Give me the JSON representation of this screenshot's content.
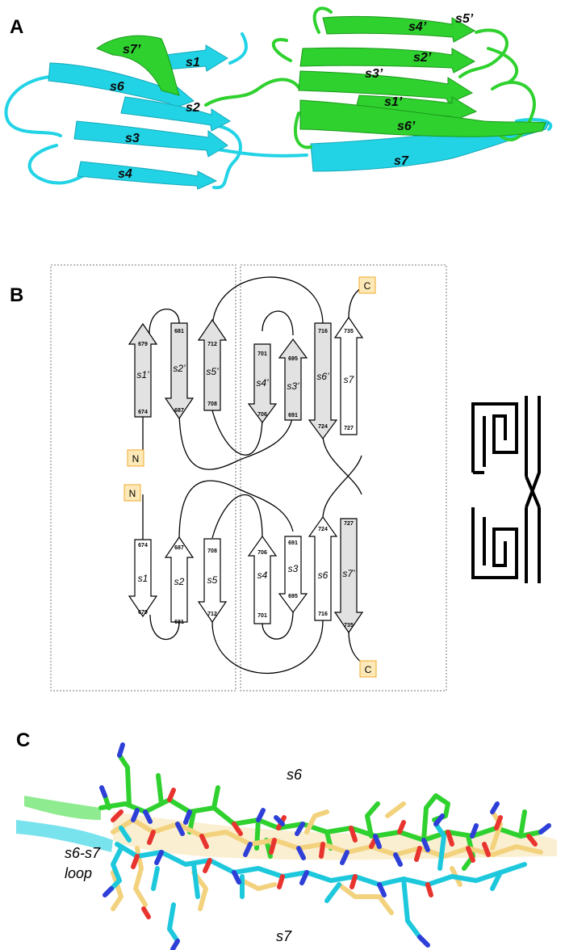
{
  "panels": {
    "a": "A",
    "b": "B",
    "c": "C"
  },
  "panel_a": {
    "cyan_labels": [
      "s1",
      "s6",
      "s2",
      "s3",
      "s4",
      "s7"
    ],
    "green_labels": [
      "s7’",
      "s4’",
      "s5’",
      "s2’",
      "s3’",
      "s1’",
      "s6’"
    ],
    "colors": {
      "cyan": "#22d3e6",
      "green": "#2fd12f"
    }
  },
  "panel_b": {
    "top": {
      "strands": [
        {
          "label": "s1’",
          "n1": "679",
          "n2": "674"
        },
        {
          "label": "s2’",
          "n1": "681",
          "n2": "687"
        },
        {
          "label": "s5’",
          "n1": "712",
          "n2": "708"
        },
        {
          "label": "s4’",
          "n1": "701",
          "n2": "706"
        },
        {
          "label": "s3’",
          "n1": "695",
          "n2": "691"
        },
        {
          "label": "s6’",
          "n1": "716",
          "n2": "724"
        },
        {
          "label": "s7",
          "n1": "735",
          "n2": "727"
        }
      ],
      "n_terminus": "N",
      "c_terminus": "C"
    },
    "bottom": {
      "strands": [
        {
          "label": "s1",
          "n1": "674",
          "n2": "679"
        },
        {
          "label": "s2",
          "n1": "687",
          "n2": "681"
        },
        {
          "label": "s5",
          "n1": "708",
          "n2": "712"
        },
        {
          "label": "s4",
          "n1": "706",
          "n2": "701"
        },
        {
          "label": "s3",
          "n1": "691",
          "n2": "695"
        },
        {
          "label": "s6",
          "n1": "724",
          "n2": "716"
        },
        {
          "label": "s7’",
          "n1": "727",
          "n2": "735"
        }
      ],
      "n_terminus": "N",
      "c_terminus": "C"
    },
    "colors": {
      "shaded": "#e2e2e2",
      "terminus_fill": "#fde9b8",
      "terminus_border": "#f0a92c"
    }
  },
  "panel_c": {
    "labels": {
      "s6": "s6",
      "loop_line1": "s6-s7",
      "loop_line2": "loop",
      "s7": "s7"
    },
    "colors": {
      "green": "#2fd12f",
      "cyan": "#1ec8dc",
      "wheat": "#f3d27e",
      "oxygen": "#e8342f",
      "nitrogen": "#2e3fd8"
    }
  }
}
